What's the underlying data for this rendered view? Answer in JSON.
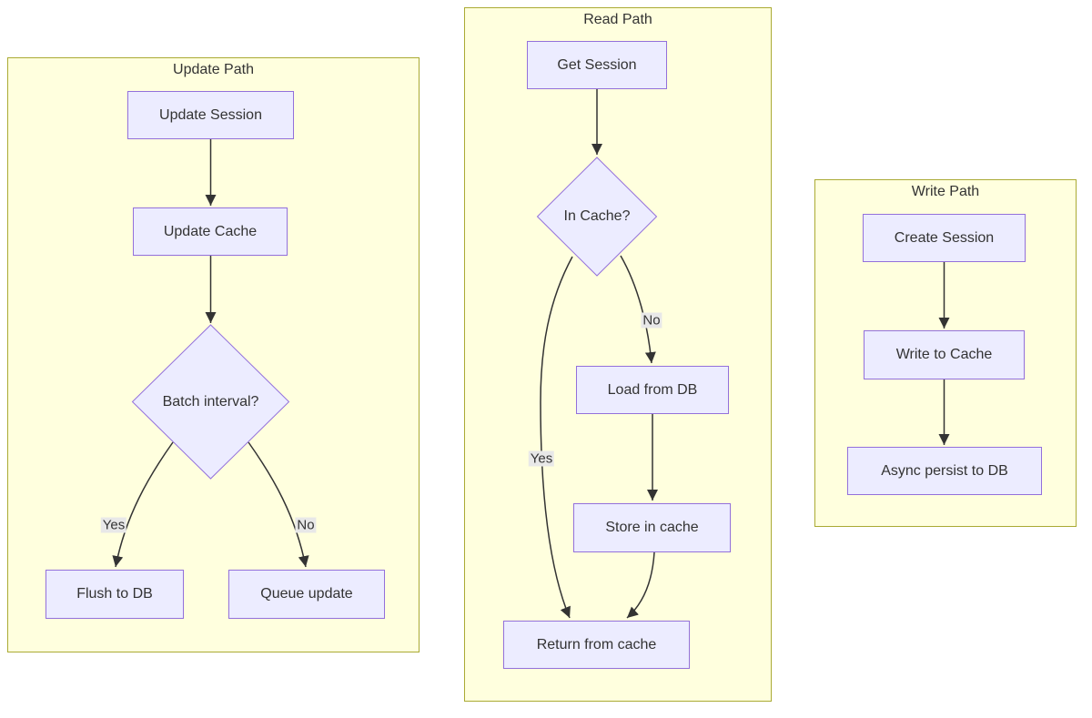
{
  "diagram_type": "flowchart",
  "colors": {
    "cluster_fill": "#ffffde",
    "cluster_border": "#aaaa33",
    "node_fill": "#ececff",
    "node_border": "#9370db",
    "edge_color": "#333333",
    "edge_label_bg": "#e8e8e8",
    "text_color": "#333333"
  },
  "clusters": {
    "update": {
      "title": "Update Path"
    },
    "read": {
      "title": "Read Path"
    },
    "write": {
      "title": "Write Path"
    }
  },
  "nodes": {
    "update_session": "Update Session",
    "update_cache": "Update Cache",
    "batch_interval": "Batch interval?",
    "flush_db": "Flush to DB",
    "queue_update": "Queue update",
    "get_session": "Get Session",
    "in_cache": "In Cache?",
    "load_db": "Load from DB",
    "store_cache": "Store in cache",
    "return_cache": "Return from cache",
    "create_session": "Create Session",
    "write_cache": "Write to Cache",
    "async_persist": "Async persist to DB"
  },
  "edge_labels": {
    "update_yes": "Yes",
    "update_no": "No",
    "read_yes": "Yes",
    "read_no": "No"
  }
}
